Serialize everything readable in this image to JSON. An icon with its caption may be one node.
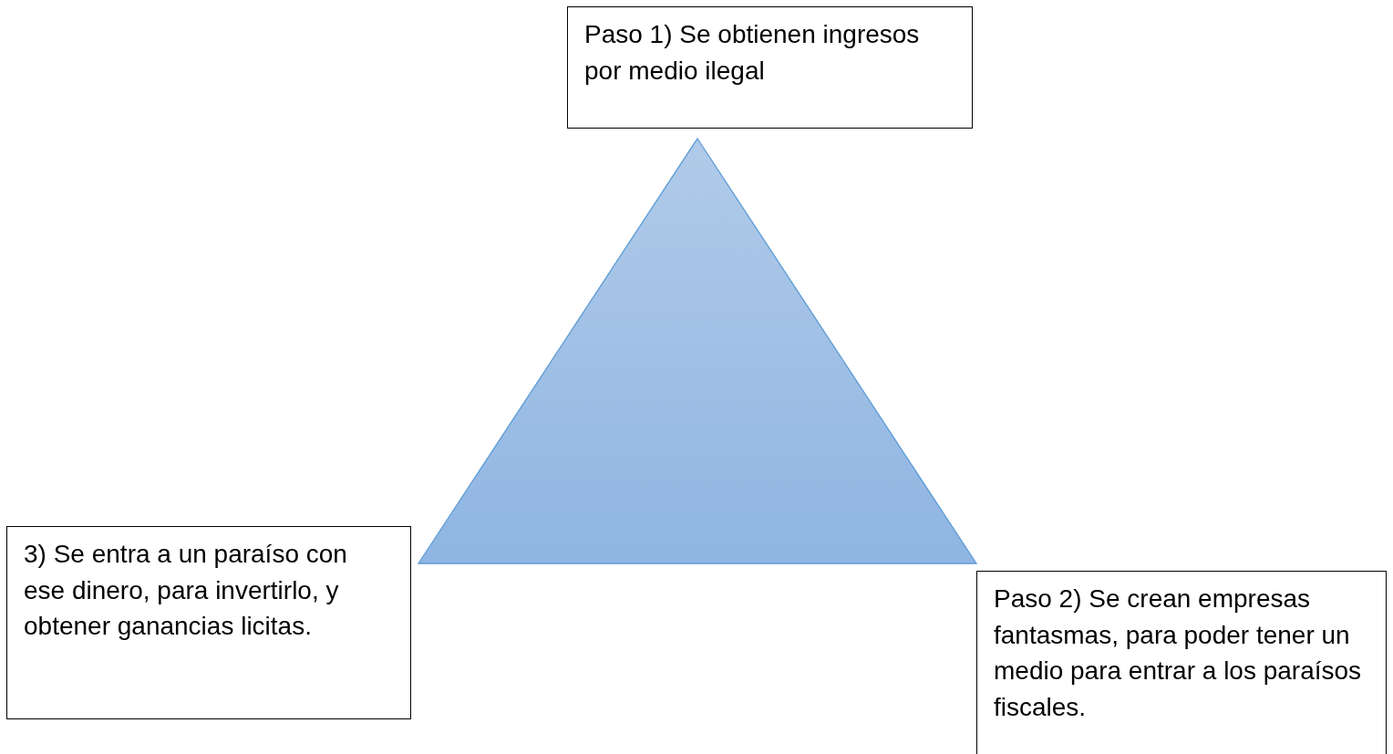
{
  "diagram": {
    "nodes": [
      {
        "text": [
          "Paso 1) Se obtienen ingresos por medio ilegal"
        ]
      },
      {
        "text": [],
        "shape": "triangle"
      },
      {
        "text": [
          "3) Se entra a un paraíso con ese dinero, para invertirlo, y obtener ganancias licitas."
        ]
      },
      {
        "text": [
          "Paso 2) Se crean empresas fantasmas, para poder tener un medio para entrar a los paraísos fiscales."
        ]
      }
    ]
  }
}
